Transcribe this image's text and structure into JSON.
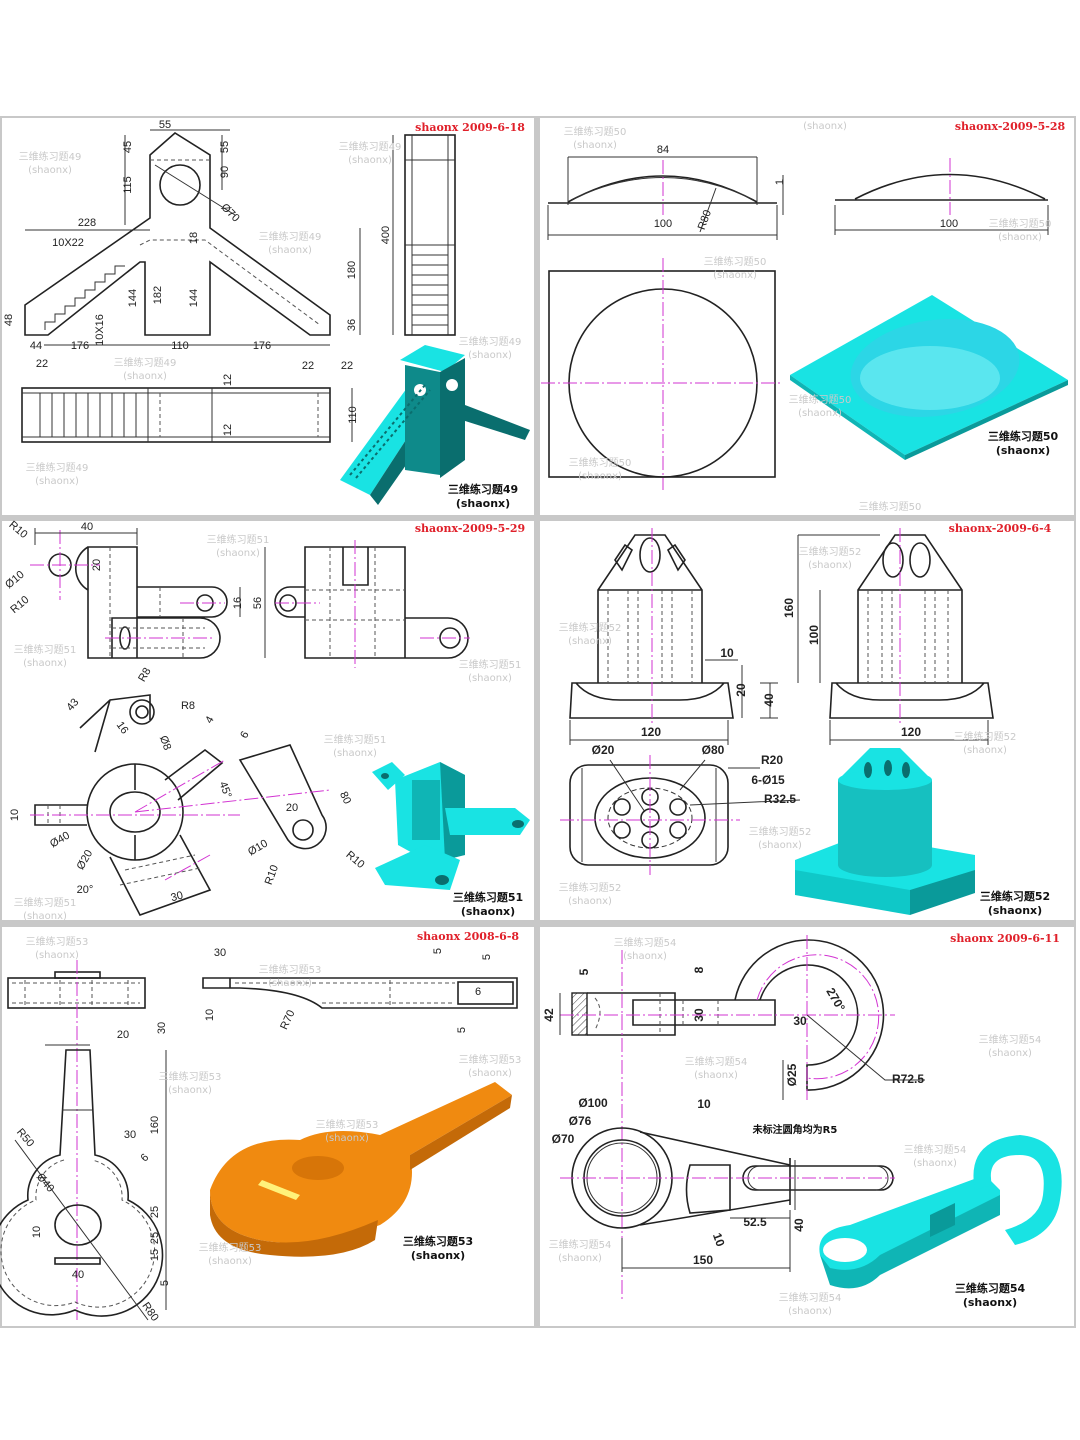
{
  "colors": {
    "line": "#222222",
    "centerline": "#d233d2",
    "stamp": "#e0202a",
    "cyan": "#19e3e3",
    "cyan_dark": "#0a6e6e",
    "orange": "#f08a10",
    "separator": "#c8c8c8"
  },
  "panels": [
    {
      "caption": "三维练习题49",
      "author": "(shaonx)",
      "date": "shaonx 2009-6-18",
      "dims": [
        "55",
        "45",
        "55",
        "90",
        "115",
        "Ø70",
        "228",
        "10X22",
        "18",
        "180",
        "144",
        "182",
        "144",
        "10X16",
        "48",
        "36",
        "44",
        "176",
        "110",
        "176",
        "22",
        "22",
        "22",
        "12",
        "12",
        "110",
        "400"
      ]
    },
    {
      "caption": "三维练习题50",
      "author": "(shaonx)",
      "date": "shaonx-2009-5-28",
      "dims": [
        "84",
        "100",
        "R80",
        "1",
        "100"
      ]
    },
    {
      "caption": "三维练习题51",
      "author": "(shaonx)",
      "date": "shaonx-2009-5-29",
      "dims": [
        "R10",
        "40",
        "Ø10",
        "R10",
        "20",
        "16",
        "56",
        "43",
        "R8",
        "R8",
        "16",
        "Ø8",
        "4",
        "6",
        "45°",
        "80",
        "20",
        "10",
        "Ø40",
        "Ø20",
        "20°",
        "30",
        "Ø10",
        "R10",
        "R10"
      ]
    },
    {
      "caption": "三维练习题52",
      "author": "(shaonx)",
      "date": "shaonx-2009-6-4",
      "dims": [
        "160",
        "100",
        "10",
        "20",
        "40",
        "120",
        "120",
        "Ø20",
        "Ø80",
        "R20",
        "6-Ø15",
        "R32.5"
      ]
    },
    {
      "caption": "三维练习题53",
      "author": "(shaonx)",
      "date": "shaonx 2008-6-8",
      "dims": [
        "30",
        "5",
        "5",
        "6",
        "10",
        "R70",
        "5",
        "20",
        "30",
        "160",
        "R50",
        "30",
        "6",
        "Ø40",
        "25",
        "25",
        "15",
        "10",
        "40",
        "5",
        "R80"
      ]
    },
    {
      "caption": "三维练习题54",
      "author": "(shaonx)",
      "date": "shaonx 2009-6-11",
      "dims": [
        "5",
        "8",
        "42",
        "30",
        "30",
        "270°",
        "Ø25",
        "R72.5",
        "Ø100",
        "Ø76",
        "Ø70",
        "10",
        "52.5",
        "40",
        "10",
        "150"
      ],
      "note": "未标注圆角均为R5"
    }
  ]
}
